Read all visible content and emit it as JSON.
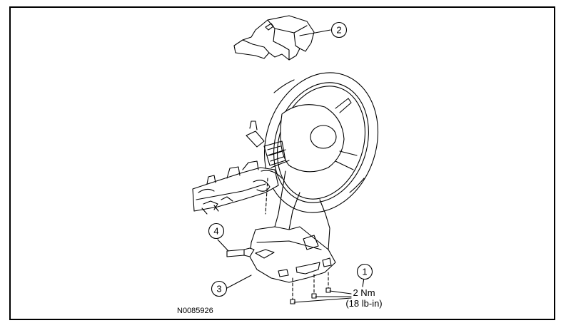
{
  "callouts": [
    {
      "number": "1"
    },
    {
      "number": "2"
    },
    {
      "number": "3"
    },
    {
      "number": "4"
    }
  ],
  "torque": {
    "metric": "2 Nm",
    "imperial": "(18 lb-in)"
  },
  "figure_id": "N0085926",
  "colors": {
    "line": "#000000",
    "background": "#ffffff"
  }
}
